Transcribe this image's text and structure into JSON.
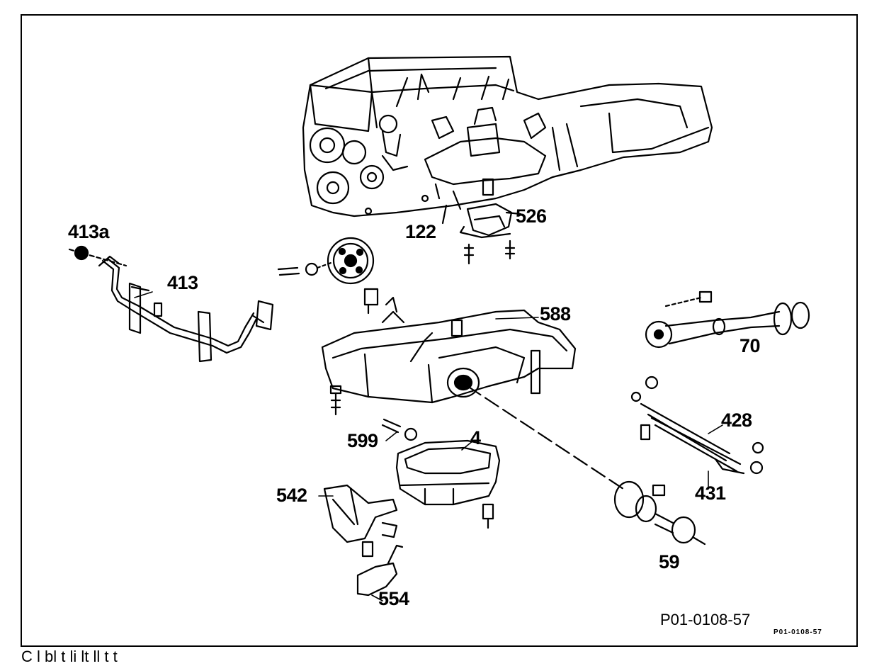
{
  "callouts": {
    "l413a": "413a",
    "l413": "413",
    "l122": "122",
    "l526": "526",
    "l588": "588",
    "l70": "70",
    "l428": "428",
    "l431": "431",
    "l599": "599",
    "l4": "4",
    "l542": "542",
    "l59": "59",
    "l554": "554"
  },
  "figure_code": "P01-0108-57",
  "figure_code_small": "P01-0108-57",
  "caption_fragment": "C        l  bl   t   li   lt         ll          t      t"
}
